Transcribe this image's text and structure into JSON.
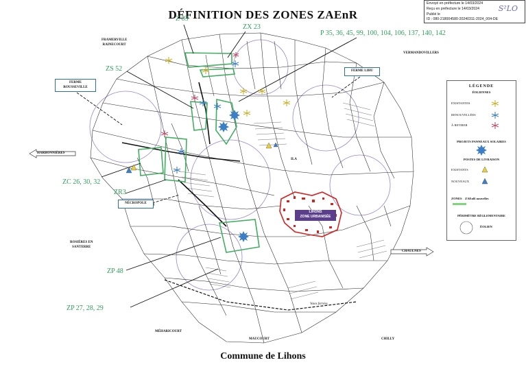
{
  "title": "DÉFINITION DES ZONES ZAEnR",
  "subtitle": "Commune de Lihons",
  "stamp": {
    "line1": "Envoyé en préfecture le 14/03/2024",
    "line2": "Reçu en préfecture le 14/03/2024",
    "line3": "Publié le",
    "line4": "ID : 080-218004580-20240311-2024_004-DE",
    "signature": "S²LO"
  },
  "zones": {
    "z83": "Z 83",
    "zx23": "ZX 23",
    "p_list": "P 35, 36, 45, 99, 100, 104, 106, 137, 140, 142",
    "zs52": "ZS 52",
    "zc": "ZC 26, 30, 32",
    "zr3": "ZR3",
    "zp48": "ZP 48",
    "zp27": "ZP 27, 28, 29"
  },
  "places": {
    "framerville": "FRAMERVILLE\nRAINECOURT",
    "vermandovillers": "VERMANDOVILLERS",
    "harbonnieres": "HARBONNIÈRES",
    "rosieres": "ROSIÈRES EN\nSANTERRE",
    "chaulnes": "CHAULNES",
    "meharicourt": "MÉHARICOURT",
    "maucourt": "MAUCOURT",
    "chilly": "CHILLY",
    "voies": "Voies ferrées",
    "ila": "ILA",
    "lihons": "LIHONS",
    "zone_urbanisee": "ZONE URBANISÉE"
  },
  "callouts": {
    "ferme_rousseville": "FERME\nROUSSEVILLE",
    "ferme_lihu": "FERME LIHU",
    "necropole": "NÉCROPOLE"
  },
  "legend": {
    "title": "LÉGENDE",
    "eoliennes": "ÉOLIENNES",
    "existantes": "EXISTANTES",
    "renouvelees": "RENOUVELLÉES",
    "a_retirer": "À RETIRER",
    "solaires": "PROJETS PANNEAUX SOLAIRES",
    "postes": "POSTES DE LIVRAISON",
    "existants": "EXISTANTS",
    "nouveaux": "NOUVEAUX",
    "zones": "ZONES",
    "zaenr": "ZAEnR nouvelles",
    "perimetre": "PÉRIMÈTRE RÉGLEMENTAIRE",
    "eolien": "ÉOLIEN"
  },
  "colors": {
    "zone_green": "#2e9e5a",
    "blue_turbine": "#3d7fc4",
    "yellow_turbine": "#c9b02a",
    "red_turbine": "#c0506a",
    "urban_red": "#d62020",
    "urban_box": "#5b3f8c",
    "perimeter": "#9b86c9"
  }
}
